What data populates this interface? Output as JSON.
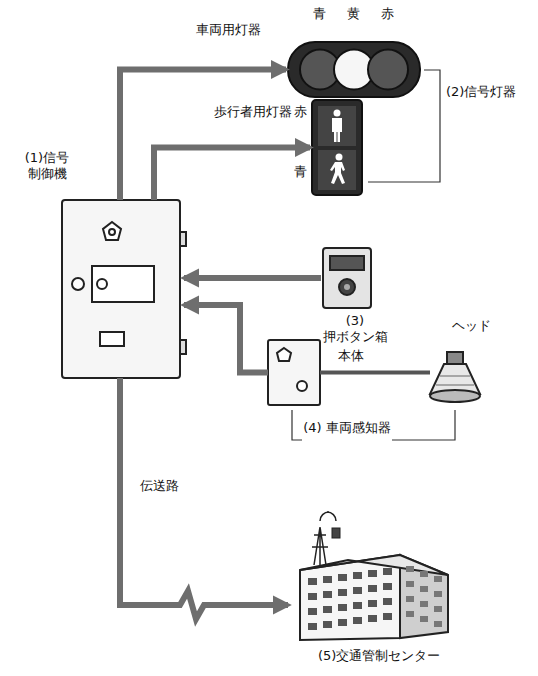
{
  "diagram": {
    "nodes": [
      {
        "text": [
          "(1)信号 制御機"
        ]
      },
      {
        "text": [
          "車両用灯器",
          "青",
          "黄",
          "赤"
        ]
      },
      {
        "text": [
          "歩行者用灯器",
          "赤",
          "青"
        ]
      },
      {
        "text": [
          "(3) 押ボタン箱"
        ]
      },
      {
        "text": [
          "本体"
        ]
      },
      {
        "text": [
          "ヘッド"
        ]
      },
      {
        "text": [
          "(5)交通管制センター"
        ]
      }
    ],
    "edges": [
      {
        "from": 0,
        "to": 1,
        "arrow": "to"
      },
      {
        "from": 0,
        "to": 2,
        "arrow": "to"
      },
      {
        "from": 3,
        "to": 0,
        "arrow": "to"
      },
      {
        "from": 4,
        "to": 0,
        "arrow": "to"
      },
      {
        "from": 4,
        "to": 5,
        "arrow": "none"
      },
      {
        "from": 0,
        "to": 6,
        "label": "伝送路",
        "arrow": "to"
      }
    ],
    "labels": [
      "(2)信号灯器",
      "(4) 車両感知器"
    ]
  }
}
